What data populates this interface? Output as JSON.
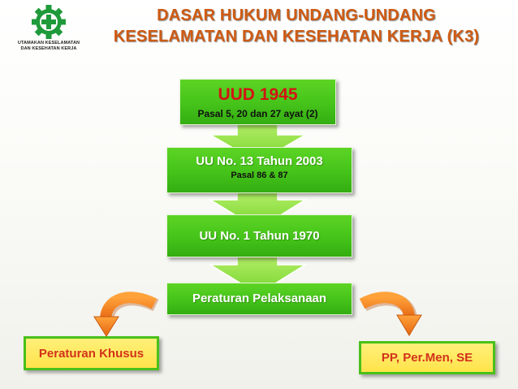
{
  "logo": {
    "icon": "k3-gear-cross-logo",
    "lines": [
      "UTAMAKAN KESELAMATAN",
      "DAN KESEHATAN KERJA"
    ]
  },
  "title": {
    "line1": "DASAR HUKUM UNDANG-UNDANG",
    "line2": "KESELAMATAN DAN KESEHATAN KERJA (K3)"
  },
  "flow": {
    "uud": {
      "title": "UUD 1945",
      "detail": "Pasal 5, 20 dan 27 ayat (2)"
    },
    "uu13": {
      "title": "UU No. 13 Tahun 2003",
      "detail": "Pasal  86 & 87"
    },
    "uu1": {
      "title": "UU No. 1 Tahun 1970"
    },
    "pelaksanaan": {
      "title": "Peraturan Pelaksanaan"
    }
  },
  "branches": {
    "left": "Peraturan Khusus",
    "right": "PP, Per.Men, SE"
  },
  "colors": {
    "title": "#cf5a12",
    "box_green": "#45c31a",
    "arrow_green": "#8ee03c",
    "uud_title": "#d21414",
    "branch_text": "#d2321a",
    "branch_fill": "#ffe84f",
    "curve_arrow": "#f07a14"
  }
}
